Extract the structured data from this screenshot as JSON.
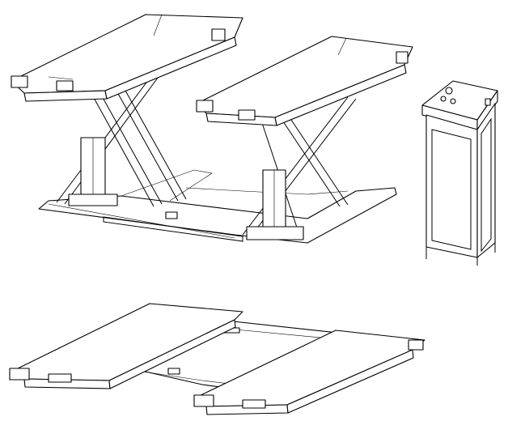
{
  "colors": {
    "stroke": "#000000",
    "background": "#ffffff"
  },
  "components": [
    "raised-scissor-lift",
    "control-cabinet",
    "lowered-scissor-lift"
  ]
}
